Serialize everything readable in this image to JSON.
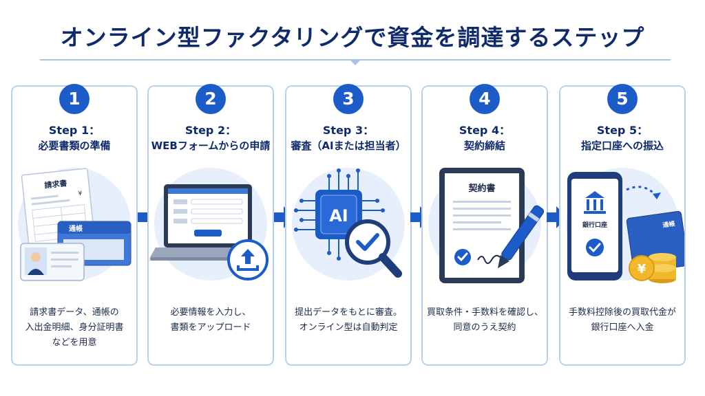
{
  "title": "オンライン型ファクタリングで資金を調達するステップ",
  "colors": {
    "primary": "#1c5cc9",
    "dark_navy": "#0f2a6b",
    "border": "#b9d0f0",
    "gold": "#f0b82a"
  },
  "steps": [
    {
      "number": "1",
      "label": "Step 1：",
      "title": "必要書類の準備",
      "illustration": {
        "icon": "documents-icon",
        "texts": [
          "請求書",
          "¥",
          "通帳"
        ]
      },
      "desc": [
        "請求書データ、通帳の",
        "入出金明細、身分証明書",
        "などを用意"
      ]
    },
    {
      "number": "2",
      "label": "Step 2：",
      "title": "WEBフォームからの申請",
      "illustration": {
        "icon": "laptop-upload-icon",
        "texts": []
      },
      "desc": [
        "必要情報を入力し、",
        "書類をアップロード"
      ]
    },
    {
      "number": "3",
      "label": "Step 3：",
      "title": "審査（AIまたは担当者）",
      "illustration": {
        "icon": "ai-chip-magnifier-icon",
        "texts": [
          "AI"
        ]
      },
      "desc": [
        "提出データをもとに審査。",
        "オンライン型は自動判定"
      ]
    },
    {
      "number": "4",
      "label": "Step 4：",
      "title": "契約締結",
      "illustration": {
        "icon": "contract-tablet-pen-icon",
        "texts": [
          "契約書"
        ]
      },
      "desc": [
        "買取条件・手数料を確認し、",
        "同意のうえ契約"
      ]
    },
    {
      "number": "5",
      "label": "Step 5：",
      "title": "指定口座への振込",
      "illustration": {
        "icon": "bank-transfer-icon",
        "texts": [
          "銀行口座",
          "通帳",
          "¥"
        ]
      },
      "desc": [
        "手数料控除後の買取代金が",
        "銀行口座へ入金"
      ]
    }
  ]
}
